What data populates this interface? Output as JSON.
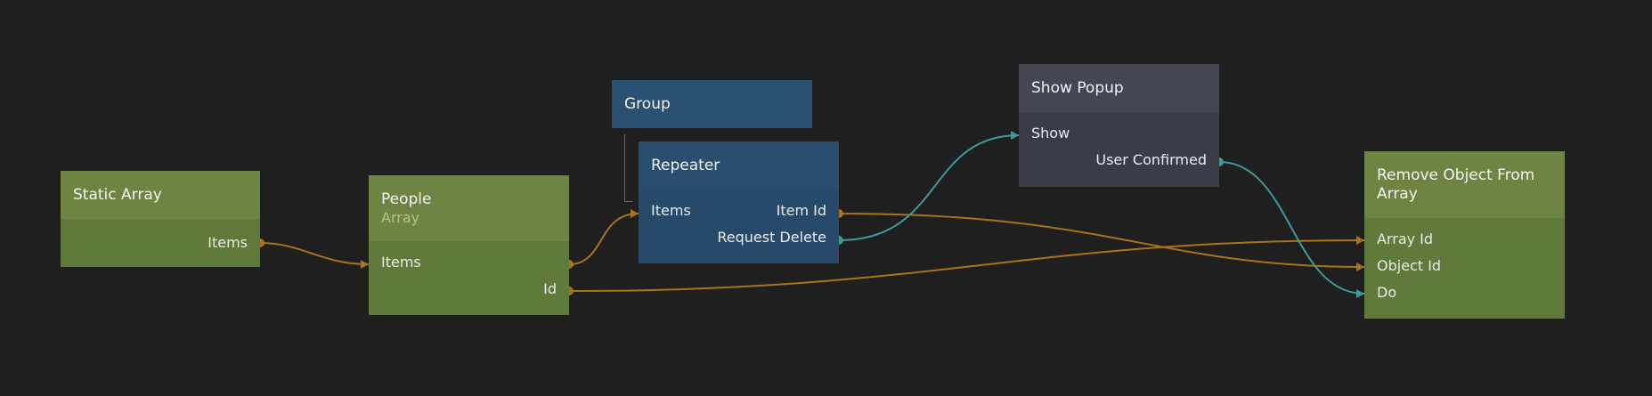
{
  "colors": {
    "background": "#1f1f1f",
    "data_wire": "#a8731c",
    "signal_wire": "#3f9a9a"
  },
  "nodes": {
    "static_array": {
      "title": "Static Array",
      "outputs": [
        "Items"
      ]
    },
    "people": {
      "title": "People",
      "subtitle": "Array",
      "inputs": [
        "Items"
      ],
      "outputs": [
        "Id"
      ]
    },
    "group": {
      "title": "Group"
    },
    "repeater": {
      "title": "Repeater",
      "inputs": [
        "Items"
      ],
      "outputs": [
        "Item Id",
        "Request Delete"
      ]
    },
    "show_popup": {
      "title": "Show Popup",
      "inputs": [
        "Show"
      ],
      "outputs": [
        "User Confirmed"
      ]
    },
    "remove_object": {
      "title": "Remove Object From Array",
      "inputs": [
        "Array Id",
        "Object Id",
        "Do"
      ]
    }
  },
  "connections": [
    {
      "from": "Static Array.Items",
      "to": "People.Items",
      "kind": "data"
    },
    {
      "from": "People (output).Items",
      "to": "Repeater.Items",
      "kind": "data"
    },
    {
      "from": "People.Id",
      "to": "Remove Object From Array.Array Id",
      "kind": "data"
    },
    {
      "from": "Repeater.Item Id",
      "to": "Remove Object From Array.Object Id",
      "kind": "data"
    },
    {
      "from": "Repeater.Request Delete",
      "to": "Show Popup.Show",
      "kind": "signal"
    },
    {
      "from": "Show Popup.User Confirmed",
      "to": "Remove Object From Array.Do",
      "kind": "signal"
    }
  ]
}
